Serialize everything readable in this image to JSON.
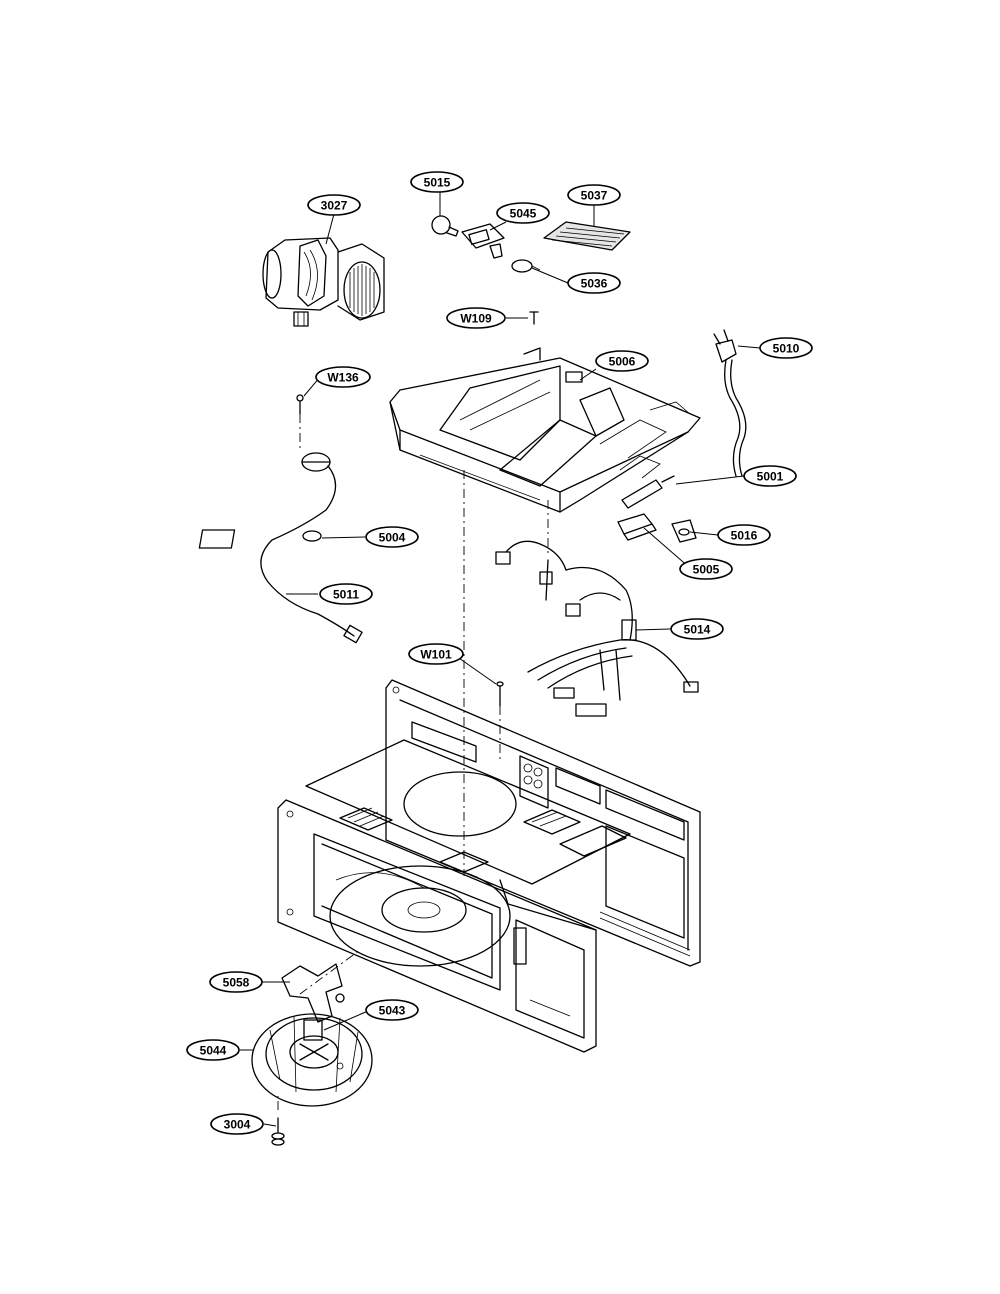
{
  "diagram": {
    "callouts": [
      {
        "id": "3027",
        "label": "3027"
      },
      {
        "id": "5015",
        "label": "5015"
      },
      {
        "id": "5045",
        "label": "5045"
      },
      {
        "id": "5037",
        "label": "5037"
      },
      {
        "id": "5036",
        "label": "5036"
      },
      {
        "id": "W109",
        "label": "W109"
      },
      {
        "id": "5010",
        "label": "5010"
      },
      {
        "id": "5006",
        "label": "5006"
      },
      {
        "id": "W136",
        "label": "W136"
      },
      {
        "id": "5001",
        "label": "5001"
      },
      {
        "id": "5016",
        "label": "5016"
      },
      {
        "id": "5004",
        "label": "5004"
      },
      {
        "id": "5005",
        "label": "5005"
      },
      {
        "id": "5011",
        "label": "5011"
      },
      {
        "id": "5014",
        "label": "5014"
      },
      {
        "id": "W101",
        "label": "W101"
      },
      {
        "id": "5058",
        "label": "5058"
      },
      {
        "id": "5043",
        "label": "5043"
      },
      {
        "id": "5044",
        "label": "5044"
      },
      {
        "id": "3004",
        "label": "3004"
      }
    ]
  }
}
